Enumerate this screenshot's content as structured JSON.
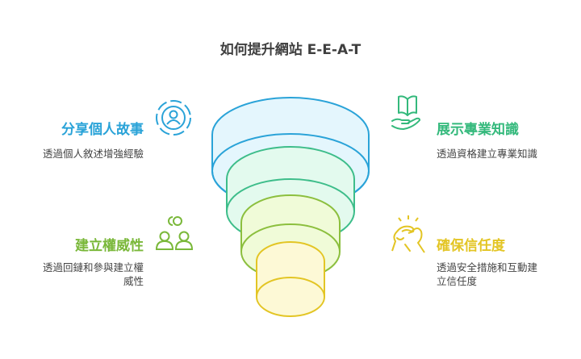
{
  "title": "如何提升網站 E-E-A-T",
  "colors": {
    "blue": "#2aa3d8",
    "teal": "#34b97c",
    "green": "#7ab83a",
    "yellow": "#e3c524",
    "title": "#3f3f3f",
    "desc": "#444444"
  },
  "items": [
    {
      "id": "experience",
      "heading": "分享個人故事",
      "description": "透過個人敘述增強經驗",
      "icon": "person-target-icon",
      "color": "#2aa3d8"
    },
    {
      "id": "expertise",
      "heading": "展示專業知識",
      "description": "透過資格建立專業知識",
      "icon": "book-in-hand-icon",
      "color": "#34b97c"
    },
    {
      "id": "authoritativeness",
      "heading": "建立權威性",
      "description_line1": "透過回鏈和參與建立權",
      "description_line2": "威性",
      "icon": "people-link-icon",
      "color": "#7ab83a"
    },
    {
      "id": "trustworthiness",
      "heading": "確保信任度",
      "description_line1": "透過安全措施和互動建",
      "description_line2": "立信任度",
      "icon": "handshake-icon",
      "color": "#e3c524"
    }
  ]
}
